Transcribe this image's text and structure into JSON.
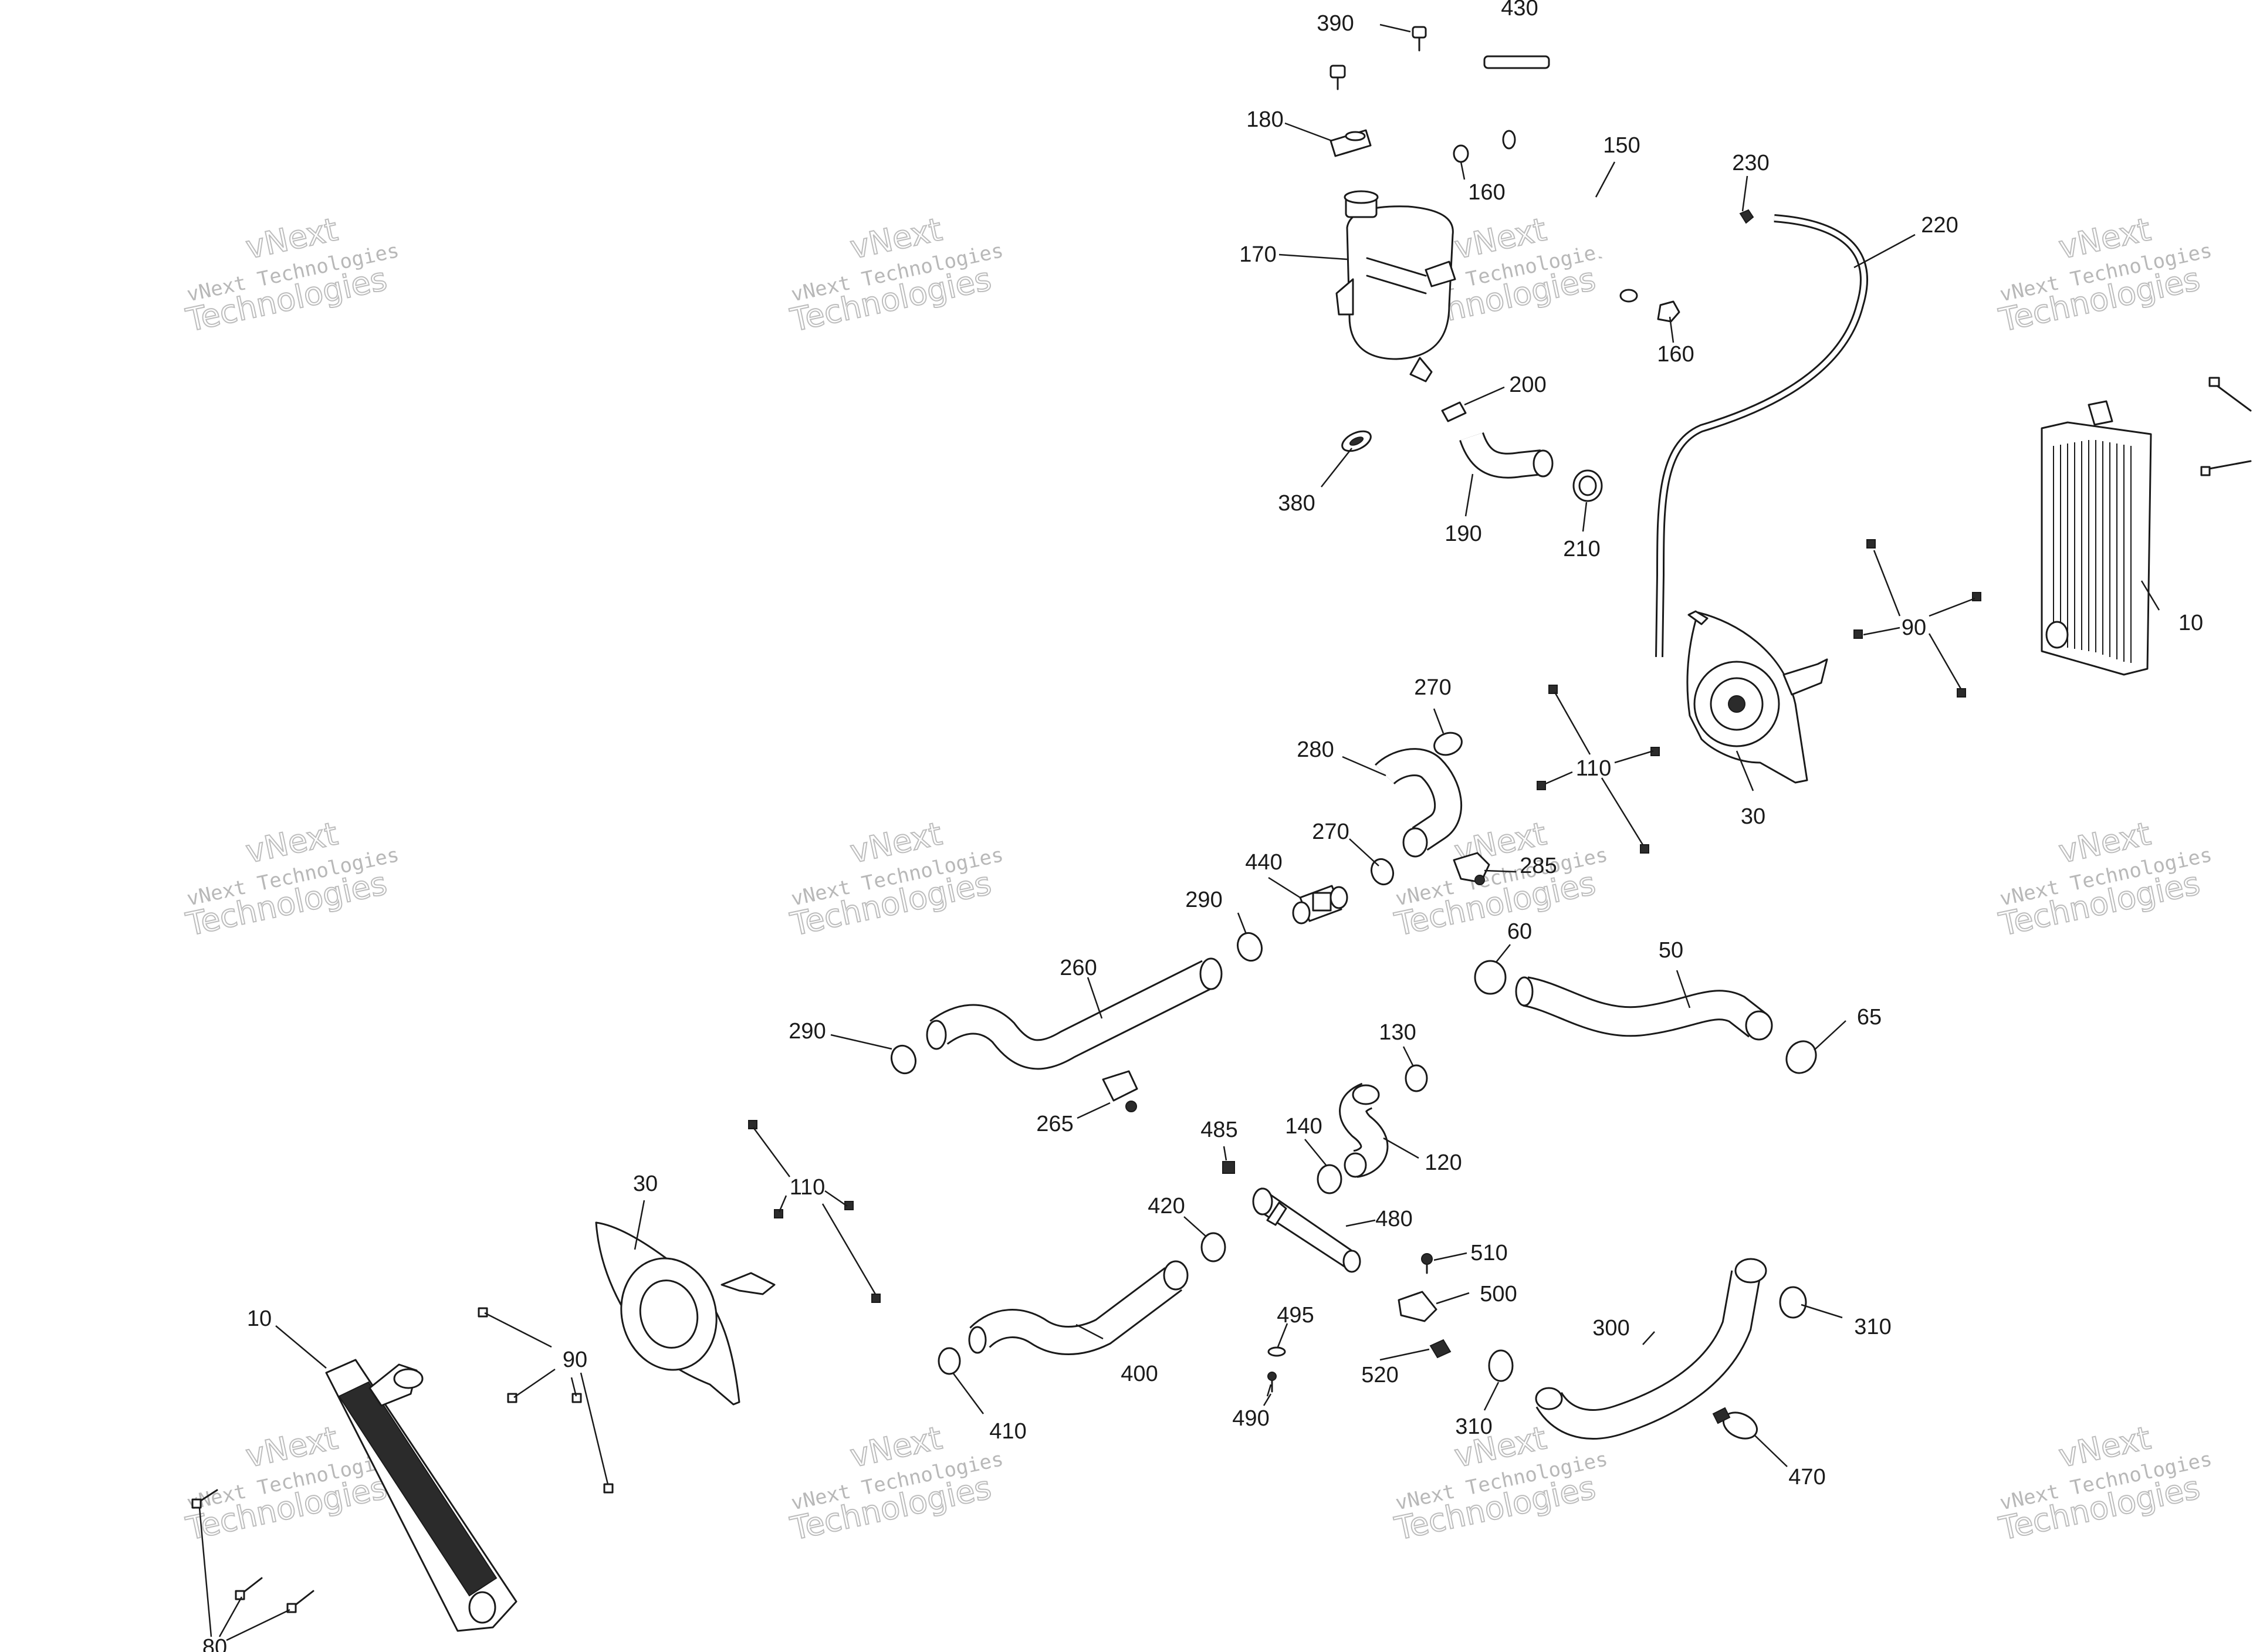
{
  "watermark": {
    "brand": "vNext",
    "line1": "vNext Technologies",
    "line2": "Technologies"
  },
  "callouts": [
    "390",
    "430",
    "180",
    "160",
    "150",
    "230",
    "220",
    "170",
    "160",
    "200",
    "380",
    "190",
    "210",
    "10",
    "90",
    "30",
    "270",
    "280",
    "110",
    "270",
    "440",
    "285",
    "290",
    "60",
    "50",
    "260",
    "290",
    "65",
    "130",
    "265",
    "485",
    "140",
    "120",
    "30",
    "110",
    "420",
    "480",
    "510",
    "500",
    "495",
    "10",
    "90",
    "400",
    "300",
    "310",
    "520",
    "410",
    "490",
    "310",
    "470",
    "80"
  ]
}
